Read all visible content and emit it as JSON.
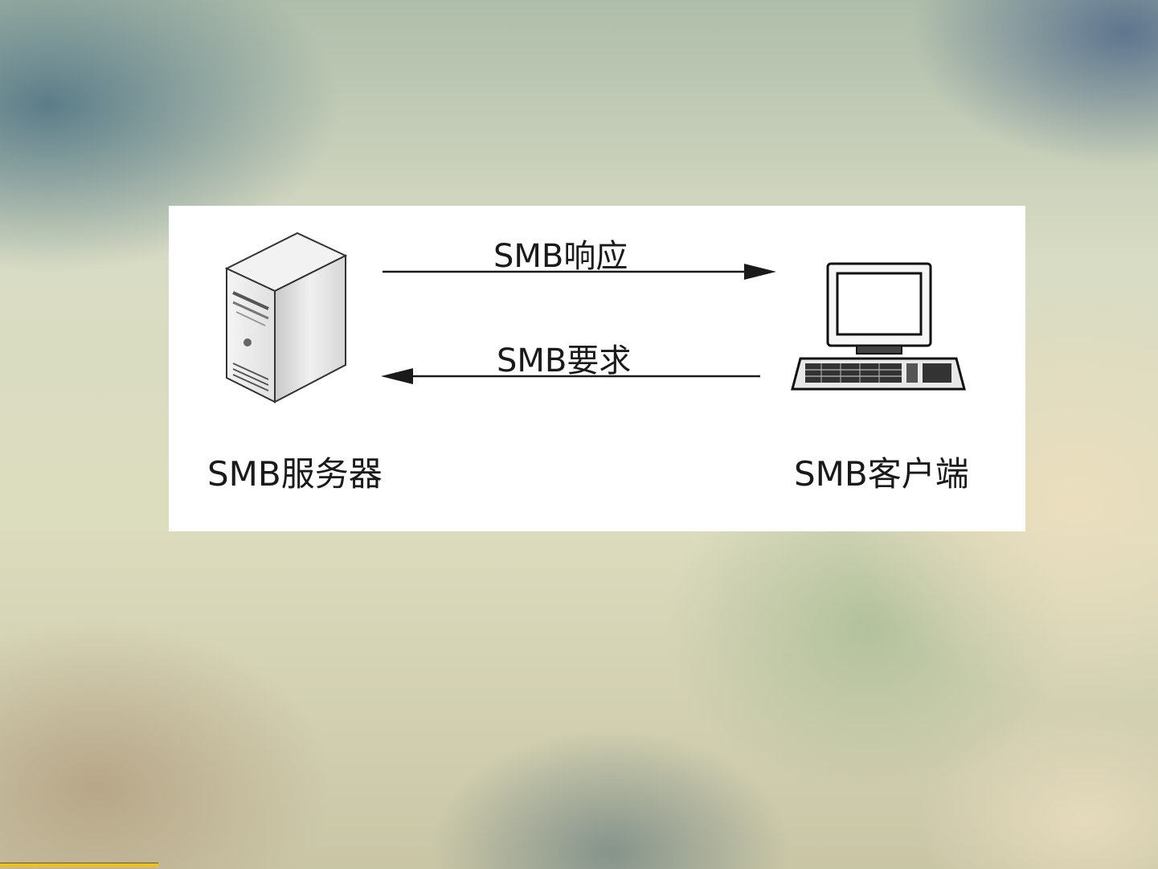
{
  "diagram": {
    "nodes": {
      "server": {
        "label": "SMB服务器",
        "icon": "server-tower-icon"
      },
      "client": {
        "label": "SMB客户端",
        "icon": "desktop-computer-icon"
      }
    },
    "edges": {
      "response": {
        "label": "SMB响应",
        "from": "server",
        "to": "client"
      },
      "request": {
        "label": "SMB要求",
        "from": "client",
        "to": "server"
      }
    }
  },
  "colors": {
    "panel_background": "#ffffff",
    "line": "#1a1a1a",
    "accent_bar": "#e8c02a"
  }
}
